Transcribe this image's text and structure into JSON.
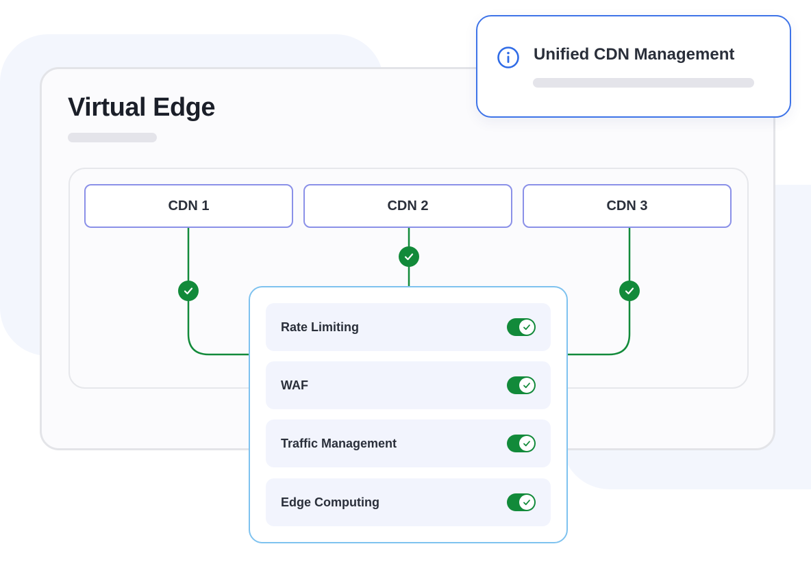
{
  "header": {
    "title": "Virtual Edge"
  },
  "info_card": {
    "title": "Unified CDN Management",
    "icon": "info-icon"
  },
  "cdns": [
    {
      "label": "CDN 1",
      "connected": true
    },
    {
      "label": "CDN 2",
      "connected": true
    },
    {
      "label": "CDN 3",
      "connected": true
    }
  ],
  "features": [
    {
      "label": "Rate Limiting",
      "enabled": true
    },
    {
      "label": "WAF",
      "enabled": true
    },
    {
      "label": "Traffic Management",
      "enabled": true
    },
    {
      "label": "Edge Computing",
      "enabled": true
    }
  ],
  "colors": {
    "accent_green": "#128a3a",
    "cdn_border": "#8a90e8",
    "info_border": "#3d73e8",
    "features_border": "#7ec2ef"
  }
}
